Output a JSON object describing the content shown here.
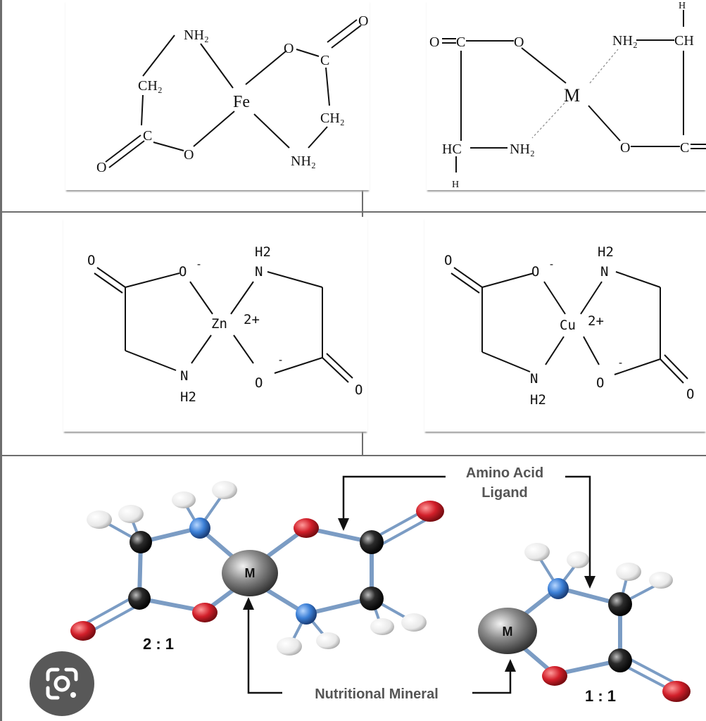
{
  "structure_fe": {
    "metal": "Fe",
    "nh2_top": "NH₂",
    "nh2_bottom": "NH₂",
    "ch2_left": "CH₂",
    "ch2_right": "CH₂",
    "c_left": "C",
    "c_right": "C",
    "o_ring_left": "O",
    "o_ring_right": "O",
    "o_carbonyl_left": "O",
    "o_carbonyl_right": "O"
  },
  "structure_m": {
    "metal": "M",
    "o_carbonyl": "O",
    "c_left": "C",
    "o_ring_left": "O",
    "nh2_top": "NH₂",
    "ch_top": "CH",
    "h_top": "H",
    "hc_bottom": "HC",
    "nh2_bottom": "NH₂",
    "h_bottom": "H",
    "o_ring_right": "O",
    "c_right": "C"
  },
  "structure_zn": {
    "metal": "Zn",
    "charge": "2+",
    "h2_top": "H2",
    "n_top": "N",
    "n_bottom": "N",
    "h2_bottom": "H2",
    "o_minus_top": "O",
    "o_minus_bottom": "O",
    "minus_sign": "-",
    "o_carbonyl_left": "O",
    "o_carbonyl_right": "O"
  },
  "structure_cu": {
    "metal": "Cu",
    "charge": "2+",
    "h2_top": "H2",
    "n_top": "N",
    "n_bottom": "N",
    "h2_bottom": "H2",
    "o_minus_top": "O",
    "o_minus_bottom": "O",
    "minus_sign": "-",
    "o_carbonyl_left": "O",
    "o_carbonyl_right": "O"
  },
  "ball_model": {
    "ligand_label_line1": "Amino Acid",
    "ligand_label_line2": "Ligand",
    "mineral_label": "Nutritional Mineral",
    "ratio_2_1": "2 : 1",
    "ratio_1_1": "1 : 1",
    "metal_label": "M"
  },
  "colors": {
    "oxygen": "#d21f2a",
    "nitrogen": "#3b7fd6",
    "carbon": "#2b2b2b",
    "hydrogen": "#e8e8e8",
    "metal": "#5e5e5e",
    "bond": "#7b9cc4"
  },
  "lens_button": {
    "icon": "google-lens-icon"
  }
}
